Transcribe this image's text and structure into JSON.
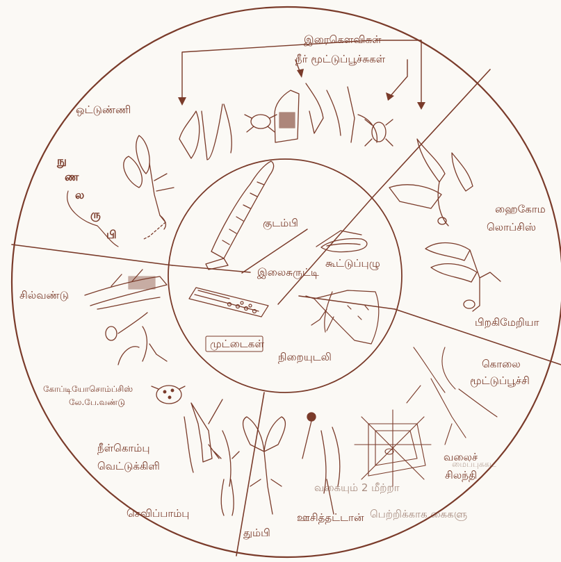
{
  "colors": {
    "ink": "#7a3b2a",
    "paper": "#fbf9f5"
  },
  "labels": {
    "prey_insects": "இரைகௌவிகள்",
    "water_bugs": "நீர் மூட்டுப்பூச்சுகள்",
    "ottunni": "ஒட்டுண்ணி",
    "kudambi": "குடம்பி",
    "hygromala_lopsis": "ஹைகோம லொப்சிஸ்",
    "koottuppuzhu": "கூட்டுப்புழு",
    "ilaisuruttu": "இலைசுருட்டி",
    "silvandu": "சில்வண்டு",
    "muttaigal": "முட்டைகள்",
    "pirakimeriya": "பிறகிமேறியா",
    "niraiyudali": "நிறையுடலி",
    "kolai_moottuppoochi": "கொலை மூட்டுப்பூச்சி",
    "kopiyo": "கோப்டியோசொம்ப்சிஸ்",
    "ladybird": "லே.பே.வண்டு",
    "neelkombu": "நீள்கொம்பு",
    "vettukkili": "வெட்டுக்கிளி",
    "valaich": "வலைச்",
    "silanthi": "சிலந்தி",
    "sevippaambu": "செவிப்பாம்பு",
    "thumbi": "தும்பி",
    "oosithattaan": "ஊசித்தட்டான்"
  },
  "vertical_letters": [
    "நு",
    "ண",
    "ல",
    "ரு",
    "பி"
  ],
  "bleed_text": {
    "line1": "மைப்புககட",
    "line2": "வகையும் 2 மீற்றா",
    "line3": "பெற்றிக்காக கைகளு"
  }
}
